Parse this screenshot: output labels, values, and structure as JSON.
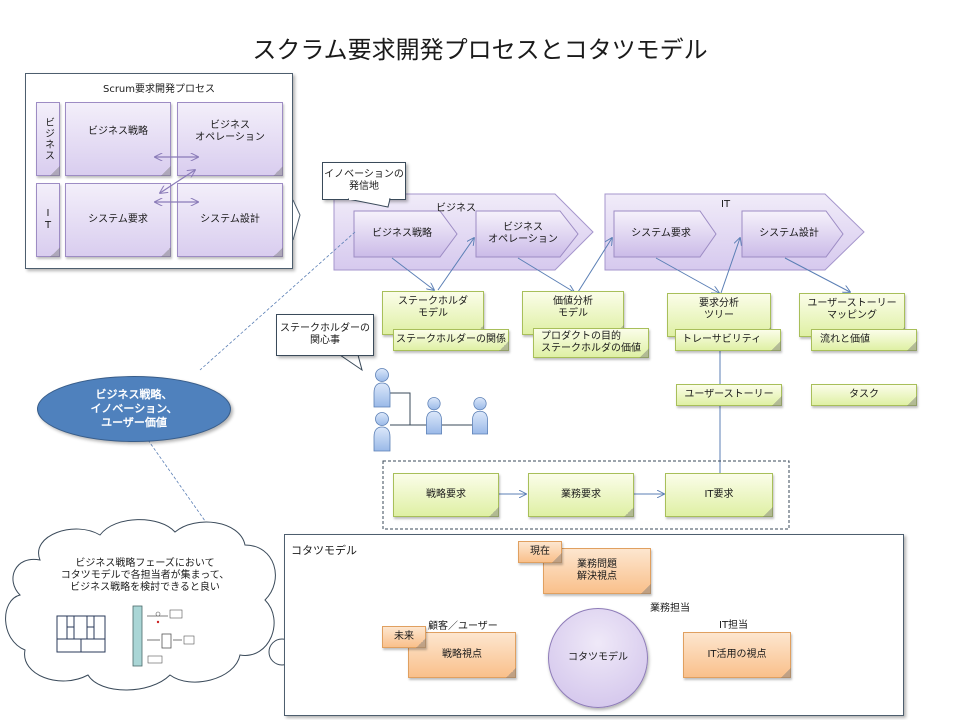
{
  "title": "スクラム要求開発プロセスとコタツモデル",
  "scrum_box": {
    "title": "Scrum要求開発プロセス",
    "row_labels": [
      "ビジネス",
      "IT"
    ],
    "cells": [
      "ビジネス戦略",
      "ビジネス\nオペレーション",
      "システム要求",
      "システム設計"
    ]
  },
  "process_flow": {
    "business_group": {
      "label": "ビジネス",
      "steps": [
        "ビジネス戦略",
        "ビジネス\nオペレーション"
      ]
    },
    "it_group": {
      "label": "IT",
      "steps": [
        "システム要求",
        "システム設計"
      ]
    }
  },
  "callouts": {
    "innovation": "イノベーションの\n発信地",
    "stakeholder": "ステークホルダーの\n関心事"
  },
  "artifacts": [
    {
      "title": "ステークホルダ\nモデル",
      "sub": "ステークホルダーの関係"
    },
    {
      "title": "価値分析\nモデル",
      "sub": "プロダクトの目的\nステークホルダの価値"
    },
    {
      "title": "要求分析\nツリー",
      "sub": "トレーサビリティ"
    },
    {
      "title": "ユーザーストーリー\nマッピング",
      "sub": "流れと価値"
    }
  ],
  "backlog": {
    "user_story": "ユーザーストーリー",
    "task": "タスク"
  },
  "requirements_chain": [
    "戦略要求",
    "業務要求",
    "IT要求"
  ],
  "ellipse_text": "ビジネス戦略、\nイノベーション、\nユーザー価値",
  "thought_cloud": {
    "text": "ビジネス戦略フェーズにおいて\nコタツモデルで各担当者が集まって、\nビジネス戦略を検討できると良い"
  },
  "kotatsu": {
    "title": "コタツモデル",
    "center": "コタツモデル",
    "perspectives": {
      "current_tag": "現在",
      "business": "業務問題\n解決視点",
      "future_tag": "未来",
      "strategy": "戦略視点",
      "it": "IT活用の視点"
    },
    "roles": {
      "customer": "顧客／ユーザー",
      "business": "業務担当",
      "it": "IT担当"
    }
  },
  "colors": {
    "purple": "#d9cdef",
    "green": "#dff0a4",
    "orange": "#f9c08b",
    "blue_ellipse": "#4f81bd",
    "connector": "#5b7fb5"
  }
}
